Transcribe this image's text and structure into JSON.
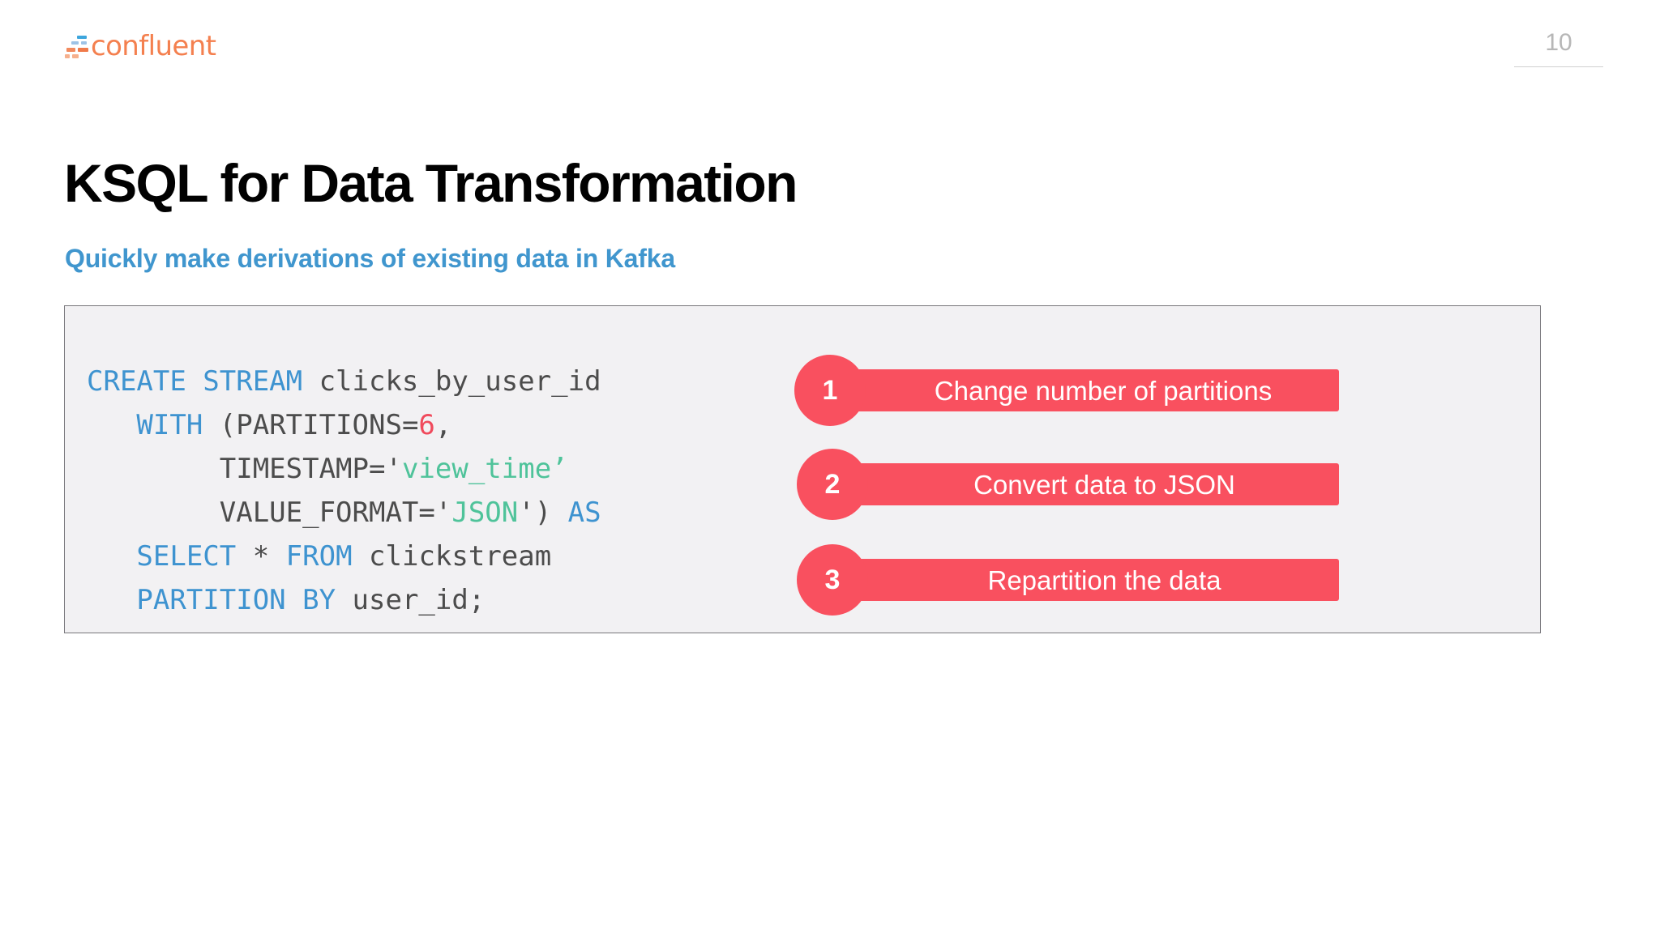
{
  "header": {
    "logo_wordmark": "confluent",
    "logo_mark_name": "confluent-logo-mark",
    "page_number": "10"
  },
  "title": "KSQL for Data Transformation",
  "subtitle": "Quickly make derivations of existing data in Kafka",
  "code": {
    "language": "sql",
    "lines": [
      [
        {
          "t": "CREATE STREAM",
          "c": "kw"
        },
        {
          "t": " clicks_by_user_id",
          "c": "pln"
        }
      ],
      [
        {
          "t": "   ",
          "c": "pln"
        },
        {
          "t": "WITH",
          "c": "kw"
        },
        {
          "t": " (PARTITIONS=",
          "c": "pln"
        },
        {
          "t": "6",
          "c": "num"
        },
        {
          "t": ",",
          "c": "pln"
        }
      ],
      [
        {
          "t": "        TIMESTAMP='",
          "c": "pln"
        },
        {
          "t": "view_time’",
          "c": "str"
        }
      ],
      [
        {
          "t": "        VALUE_FORMAT='",
          "c": "pln"
        },
        {
          "t": "JSON",
          "c": "str"
        },
        {
          "t": "') ",
          "c": "pln"
        },
        {
          "t": "AS",
          "c": "kw"
        }
      ],
      [
        {
          "t": "   ",
          "c": "pln"
        },
        {
          "t": "SELECT",
          "c": "kw"
        },
        {
          "t": " * ",
          "c": "pln"
        },
        {
          "t": "FROM",
          "c": "kw"
        },
        {
          "t": " clickstream",
          "c": "pln"
        }
      ],
      [
        {
          "t": "   ",
          "c": "pln"
        },
        {
          "t": "PARTITION BY",
          "c": "kw"
        },
        {
          "t": " user_id;",
          "c": "pln"
        }
      ]
    ],
    "plain_text": "CREATE STREAM clicks_by_user_id\n   WITH (PARTITIONS=6,\n        TIMESTAMP='view_time'\n        VALUE_FORMAT='JSON') AS\n   SELECT * FROM clickstream\n   PARTITION BY user_id;"
  },
  "callouts": [
    {
      "number": "1",
      "label": "Change number of partitions"
    },
    {
      "number": "2",
      "label": "Convert data to JSON"
    },
    {
      "number": "3",
      "label": "Repartition the data"
    }
  ],
  "colors": {
    "accent_red": "#f9505f",
    "subtitle_blue": "#4096ce",
    "brand_orange": "#f4804f",
    "brand_blue": "#3da6dd",
    "code_keyword": "#3e93d0",
    "code_string": "#4fc39a",
    "code_number": "#f04a5c",
    "code_plain": "#4c4c4c",
    "code_panel_bg": "#f2f1f3",
    "page_number_gray": "#b7b7b7"
  }
}
